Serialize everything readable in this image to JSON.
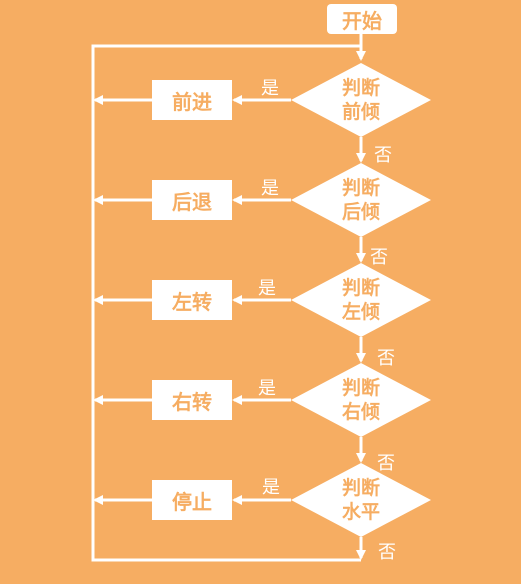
{
  "start_label": "开始",
  "steps": [
    {
      "decision_line1": "判断",
      "decision_line2": "前倾",
      "action": "前进",
      "yes": "是",
      "no": "否"
    },
    {
      "decision_line1": "判断",
      "decision_line2": "后倾",
      "action": "后退",
      "yes": "是",
      "no": "否"
    },
    {
      "decision_line1": "判断",
      "decision_line2": "左倾",
      "action": "左转",
      "yes": "是",
      "no": "否"
    },
    {
      "decision_line1": "判断",
      "decision_line2": "右倾",
      "action": "右转",
      "yes": "是",
      "no": "否"
    },
    {
      "decision_line1": "判断",
      "decision_line2": "水平",
      "action": "停止",
      "yes": "是",
      "no": "否"
    }
  ],
  "colors": {
    "background": "#f6ad62",
    "foreground": "#ffffff"
  }
}
